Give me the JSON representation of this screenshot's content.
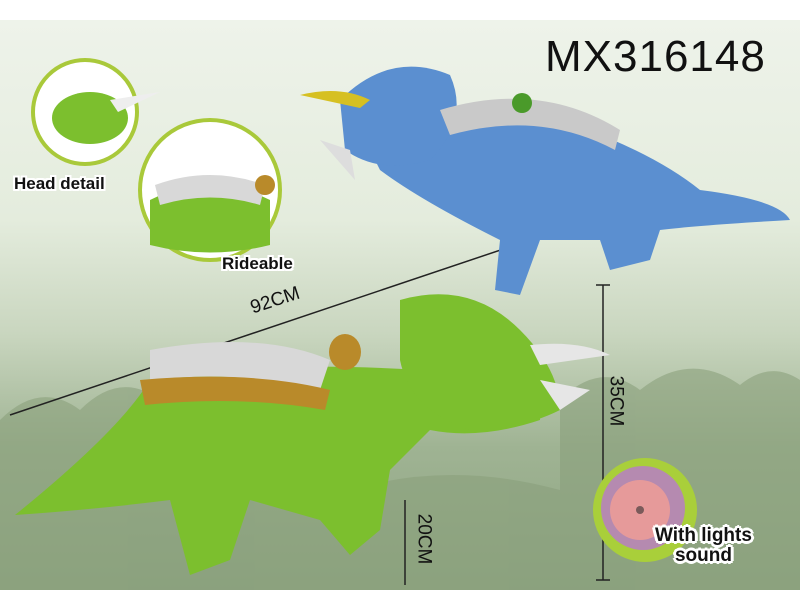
{
  "product_code": "MX316148",
  "labels": {
    "head_detail": "Head detail",
    "rideable": "Rideable",
    "length": "92CM",
    "height": "35CM",
    "leg_height": "20CM",
    "feature_line1": "With lights",
    "feature_line2": "sound"
  },
  "colors": {
    "blue_dino": "#5b8fd0",
    "green_dino": "#7cbf2e",
    "saddle_gold": "#b98a2a"
  }
}
